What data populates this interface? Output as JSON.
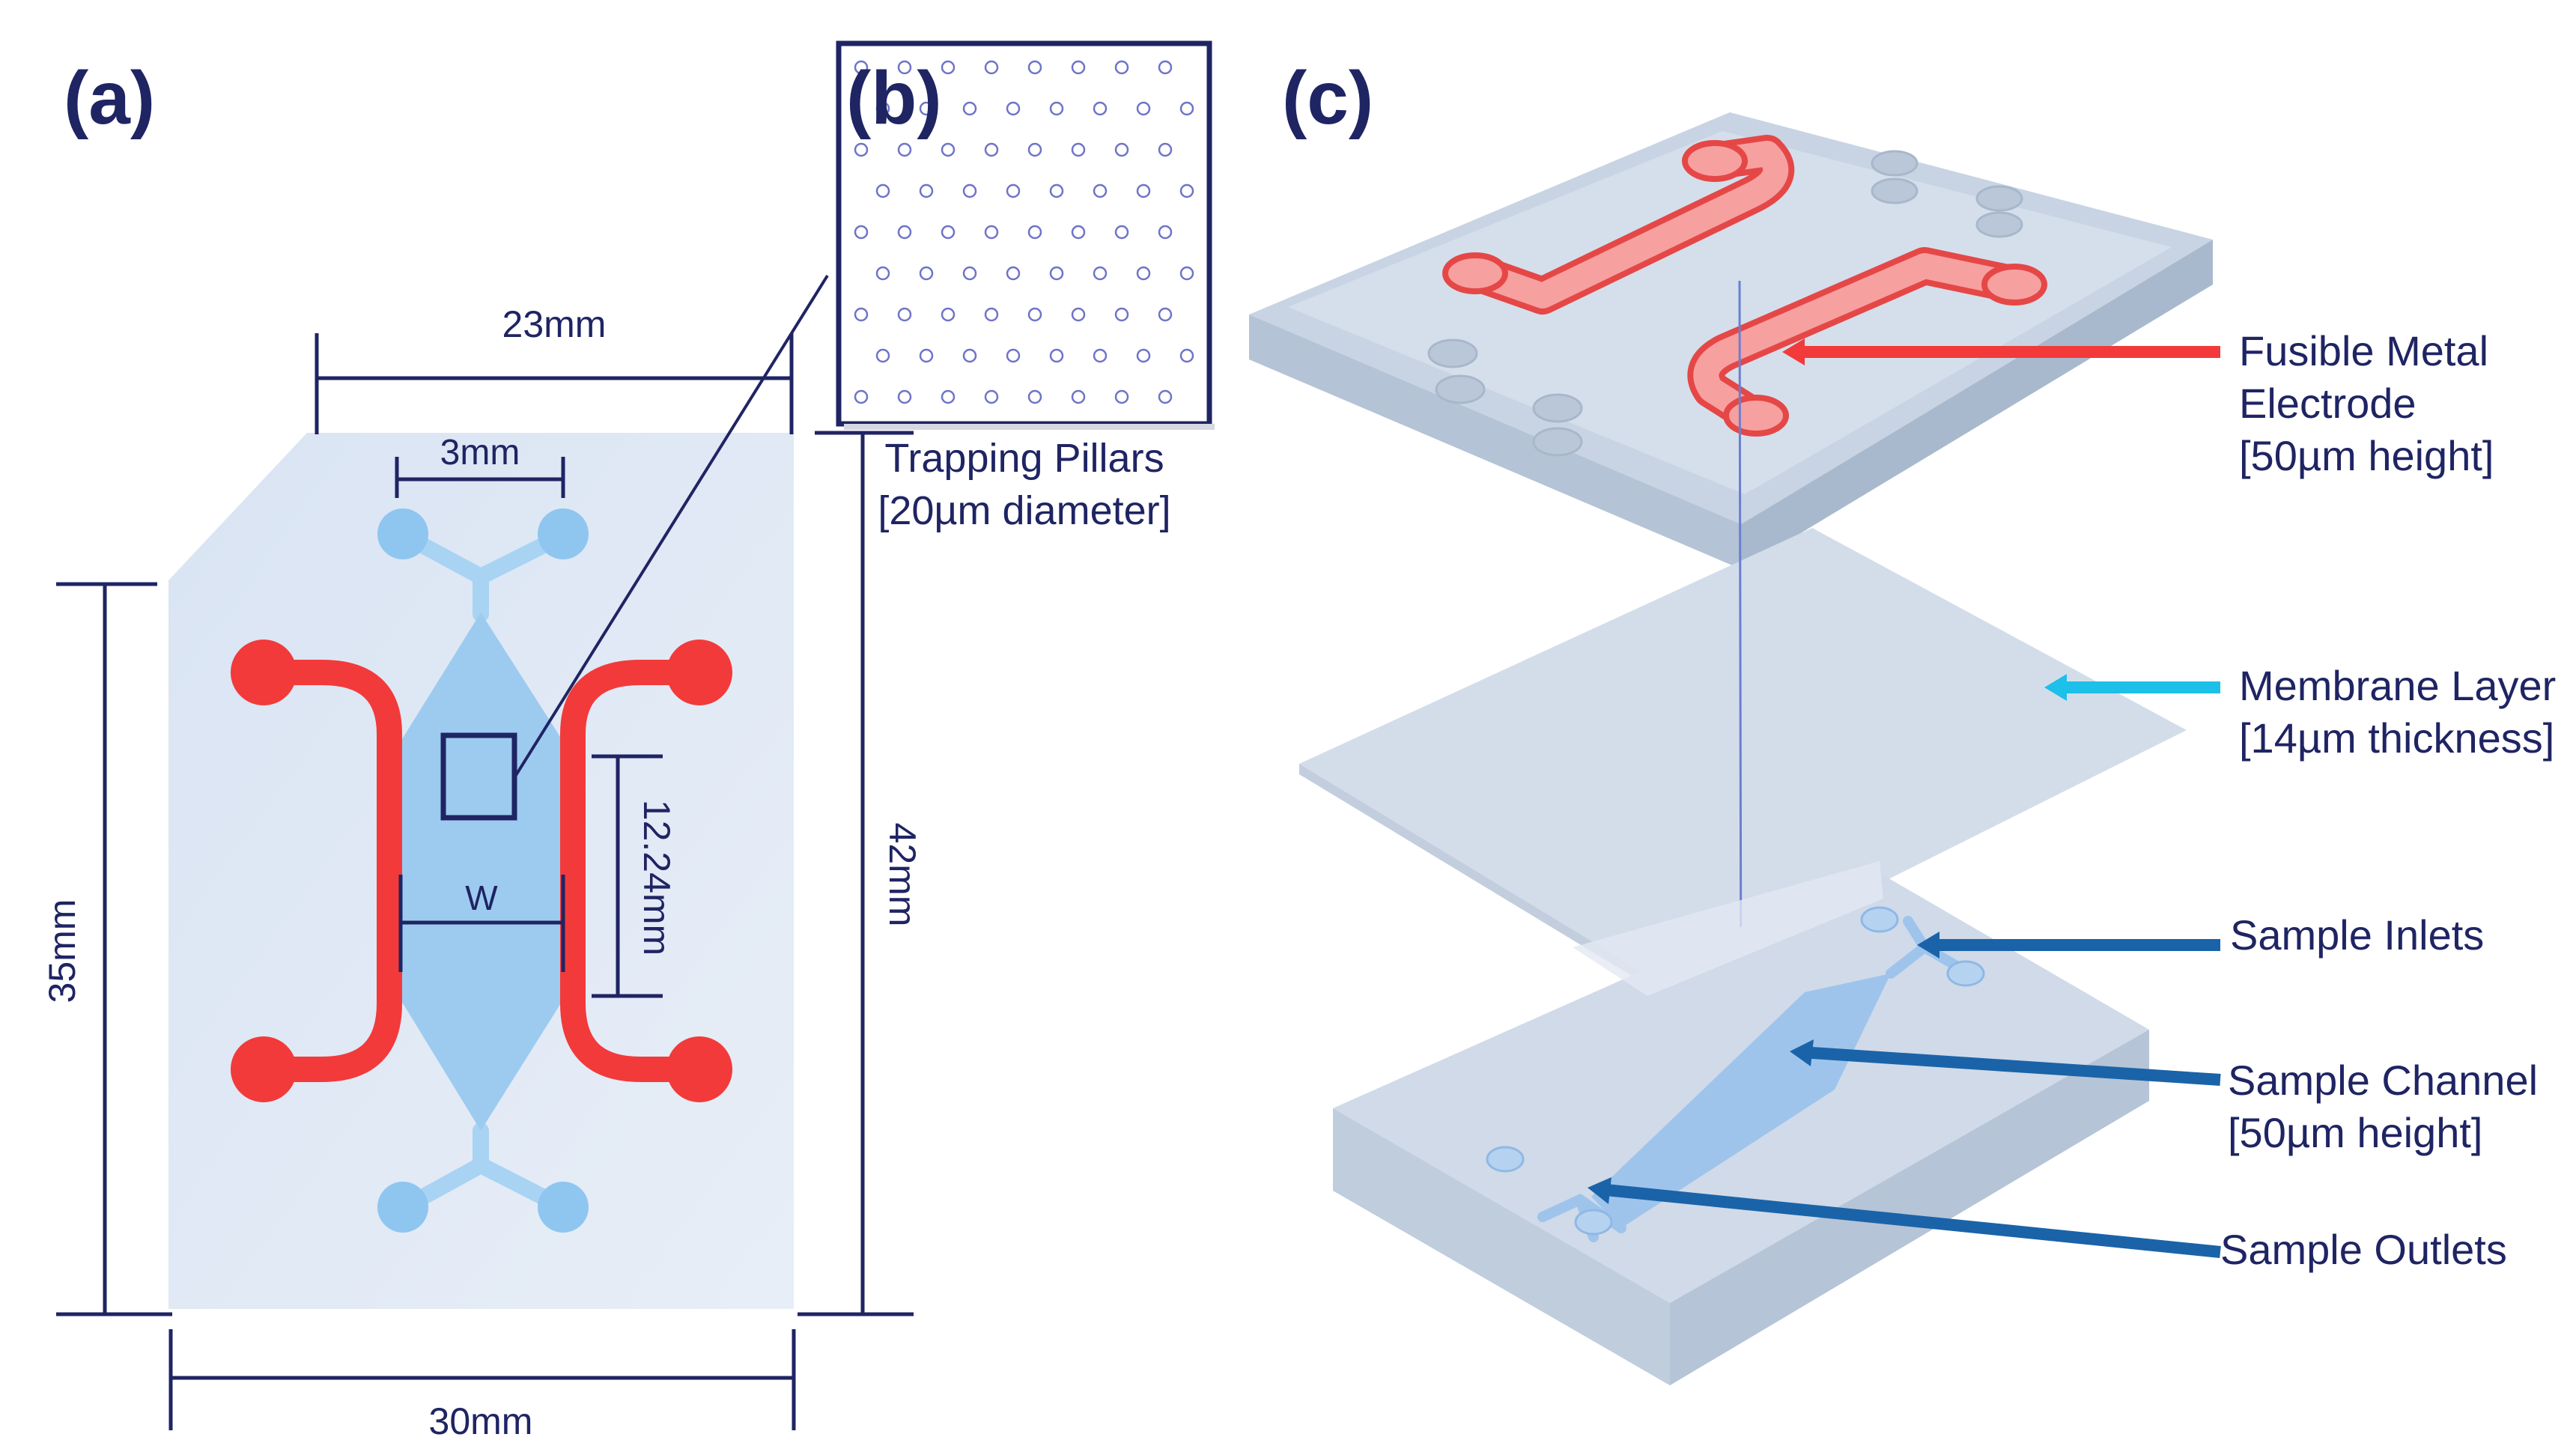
{
  "panels": {
    "a": {
      "label": "(a)"
    },
    "b": {
      "label": "(b)"
    },
    "c": {
      "label": "(c)"
    }
  },
  "dimensions": {
    "top_width": "23mm",
    "inlet_spacing": "3mm",
    "channel_width": "W",
    "channel_length": "12.24mm",
    "left_height": "35mm",
    "right_height": "42mm",
    "bottom_width": "30mm"
  },
  "inset": {
    "title": "Trapping Pillars",
    "detail": "[20µm diameter]"
  },
  "layers": {
    "electrode": {
      "line1": "Fusible Metal",
      "line2": "Electrode",
      "line3": "[50µm height]"
    },
    "membrane": {
      "line1": "Membrane Layer",
      "line2": "[14µm thickness]"
    },
    "inlets": {
      "line1": "Sample Inlets"
    },
    "channel": {
      "line1": "Sample Channel",
      "line2": "[50µm height]"
    },
    "outlets": {
      "line1": "Sample Outlets"
    }
  },
  "colors": {
    "dark_navy": "#1f2463",
    "electrode_red": "#f23a3a",
    "channel_blue": "#8ec6f0",
    "chip_bg": "#dde7f4",
    "arrow_red": "#f23a3a",
    "arrow_cyan": "#1cc0e8",
    "arrow_blue": "#1a63a8"
  }
}
